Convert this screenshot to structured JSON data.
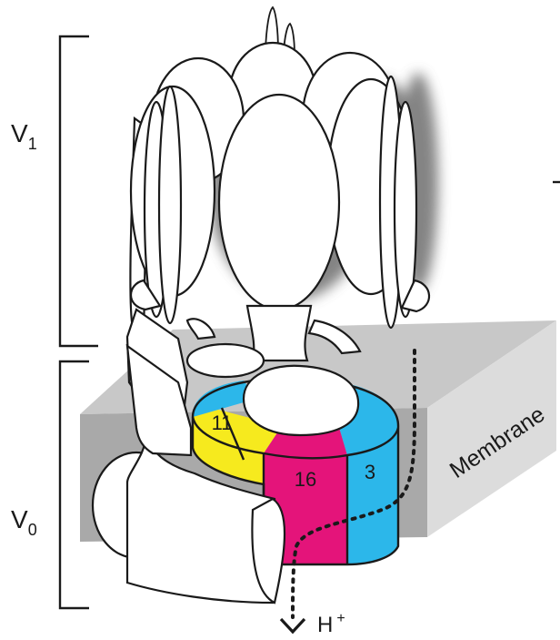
{
  "labels": {
    "v1_main": "V",
    "v1_sub": "1",
    "v0_main": "V",
    "v0_sub": "0",
    "membrane": "Membrane",
    "proton_main": "H",
    "proton_sup": "+"
  },
  "ring_segments": {
    "yellow": "11",
    "magenta": "16",
    "cyan": "3"
  },
  "colors": {
    "membrane_top": "#c8c8c8",
    "membrane_front": "#a9a9a9",
    "membrane_side": "#dcdcdc",
    "yellow": "#f6ea1e",
    "magenta": "#e4147a",
    "cyan": "#2cb7ea",
    "outline": "#1a1a1a",
    "shadow": "#5c5c5c"
  }
}
